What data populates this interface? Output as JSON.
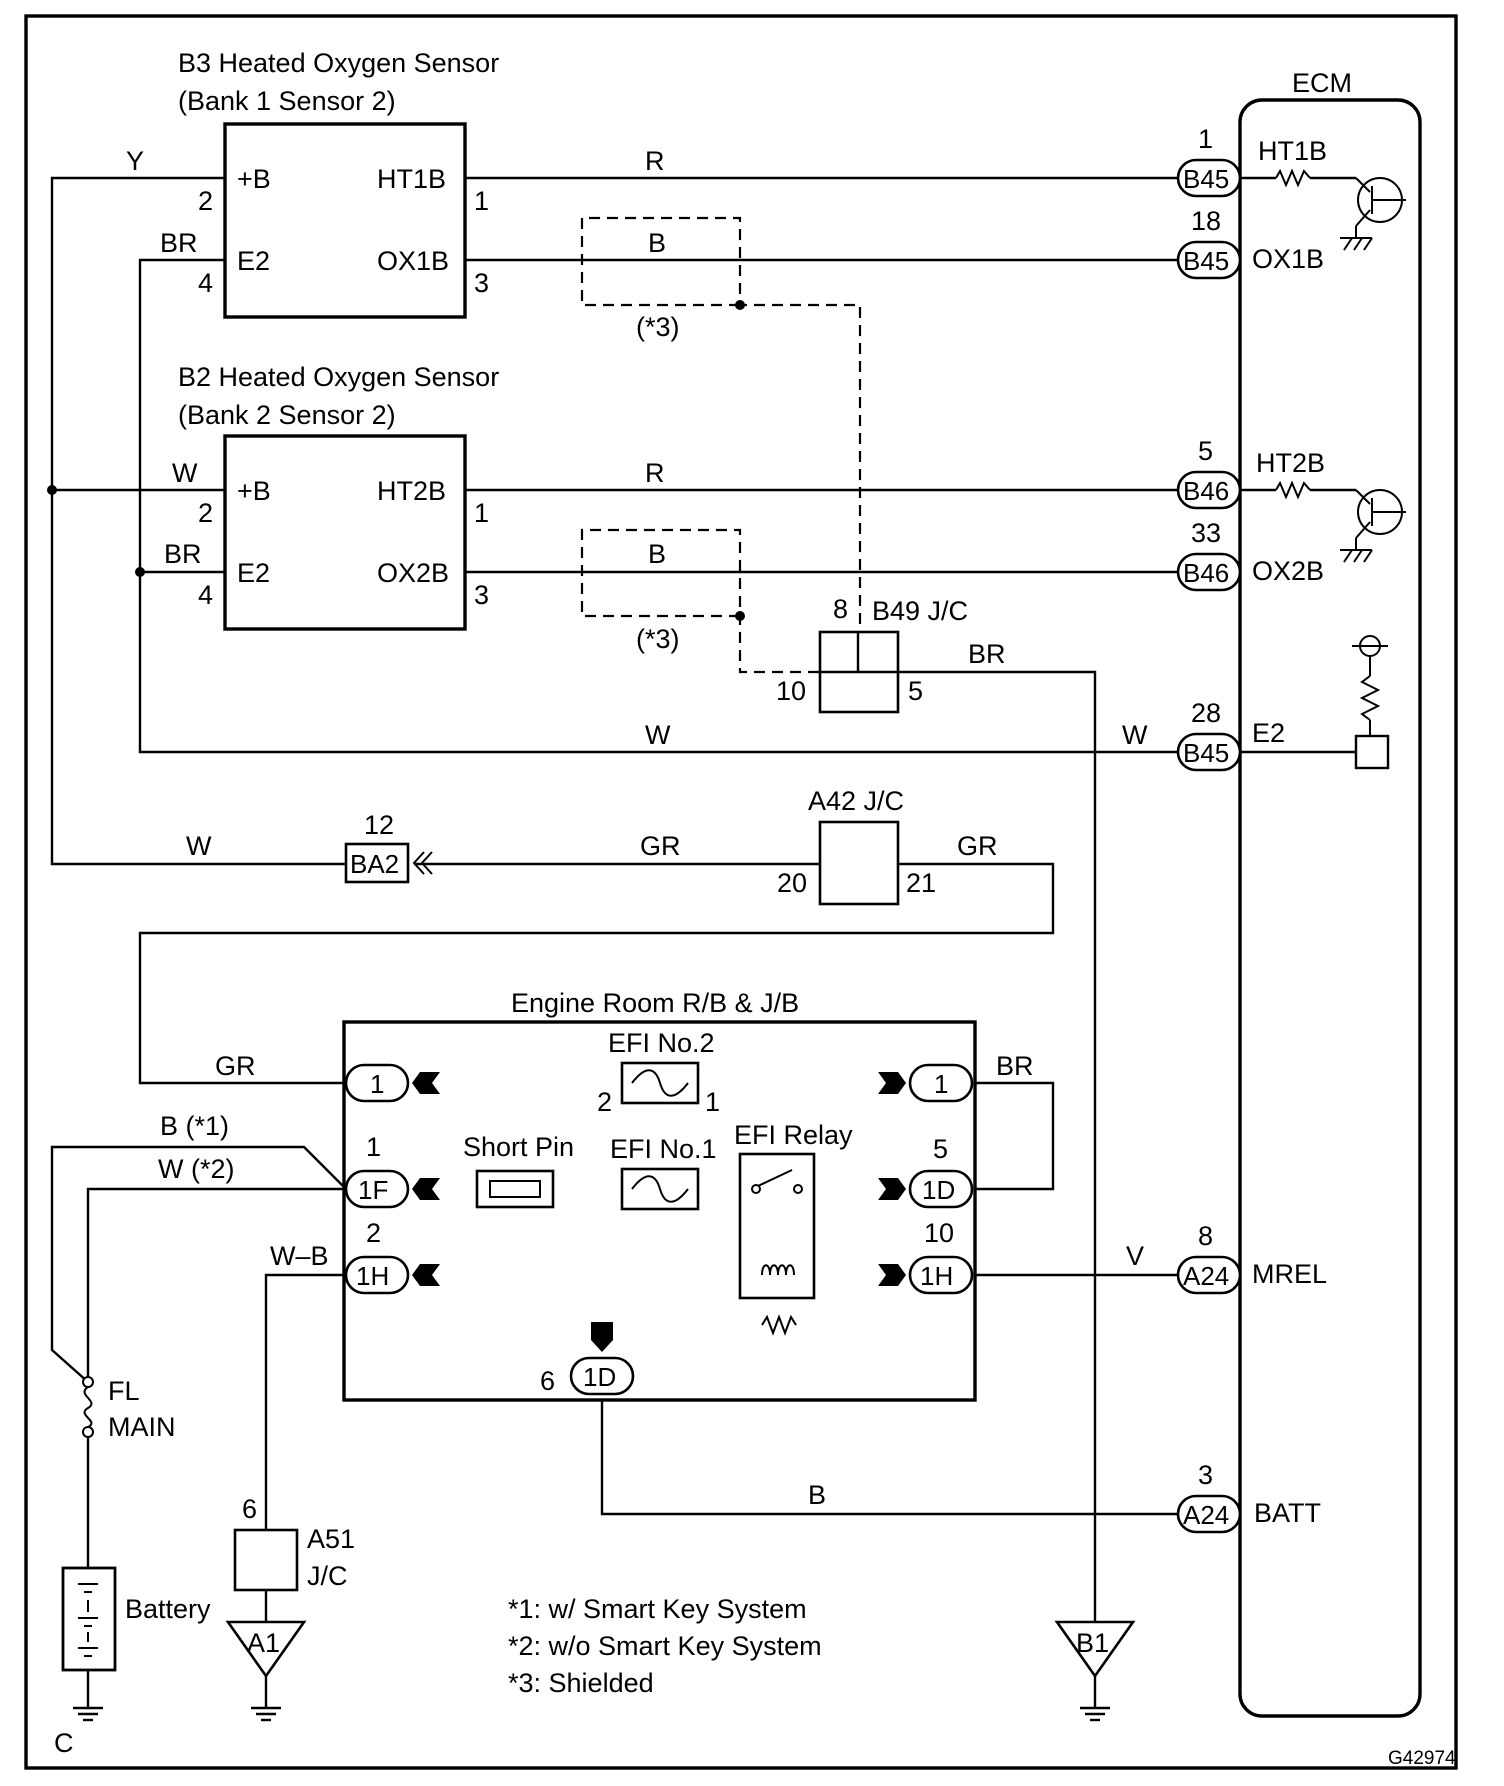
{
  "components": {
    "b3_sensor_title": "B3 Heated Oxygen Sensor",
    "b3_sensor_subtitle": "(Bank 1 Sensor 2)",
    "b2_sensor_title": "B2 Heated Oxygen Sensor",
    "b2_sensor_subtitle": "(Bank 2 Sensor 2)",
    "ecm": "ECM",
    "b49_jc": "B49 J/C",
    "a42_jc": "A42 J/C",
    "engine_room_box": "Engine Room R/B & J/B",
    "efi_no2": "EFI No.2",
    "efi_no1": "EFI No.1",
    "short_pin": "Short Pin",
    "efi_relay": "EFI Relay",
    "fl_main_1": "FL",
    "fl_main_2": "MAIN",
    "battery": "Battery",
    "a51_jc_1": "A51",
    "a51_jc_2": "J/C"
  },
  "pins": {
    "plus_b": "+B",
    "e2": "E2",
    "ht1b": "HT1B",
    "ox1b": "OX1B",
    "ht2b": "HT2B",
    "ox2b": "OX2B",
    "ecm_ht1b": "HT1B",
    "ecm_ox1b": "OX1B",
    "ecm_ht2b": "HT2B",
    "ecm_ox2b": "OX2B",
    "ecm_e2": "E2",
    "ecm_mrel": "MREL",
    "ecm_batt": "BATT"
  },
  "connectors": {
    "b45": "B45",
    "b46": "B46",
    "a24": "A24",
    "ba2": "BA2",
    "c1": "1",
    "c1f": "1F",
    "c1d": "1D",
    "c1h": "1H",
    "ground_a1": "A1",
    "ground_b1": "B1"
  },
  "pin_numbers": {
    "n1": "1",
    "n2": "2",
    "n3": "3",
    "n4": "4",
    "n5": "5",
    "n6": "6",
    "n8": "8",
    "n10": "10",
    "n12": "12",
    "n18": "18",
    "n20": "20",
    "n21": "21",
    "n28": "28",
    "n33": "33"
  },
  "wire_colors": {
    "y": "Y",
    "br": "BR",
    "r": "R",
    "b": "B",
    "w": "W",
    "gr": "GR",
    "v": "V",
    "wb": "W–B",
    "b_star1": "B (*1)",
    "w_star2": "W (*2)"
  },
  "notes": {
    "shielded_mark": "(*3)",
    "note1": "*1: w/ Smart Key System",
    "note2": "*2: w/o Smart Key System",
    "note3": "*3: Shielded"
  },
  "corner_letter": "C",
  "figure_code": "G42974"
}
